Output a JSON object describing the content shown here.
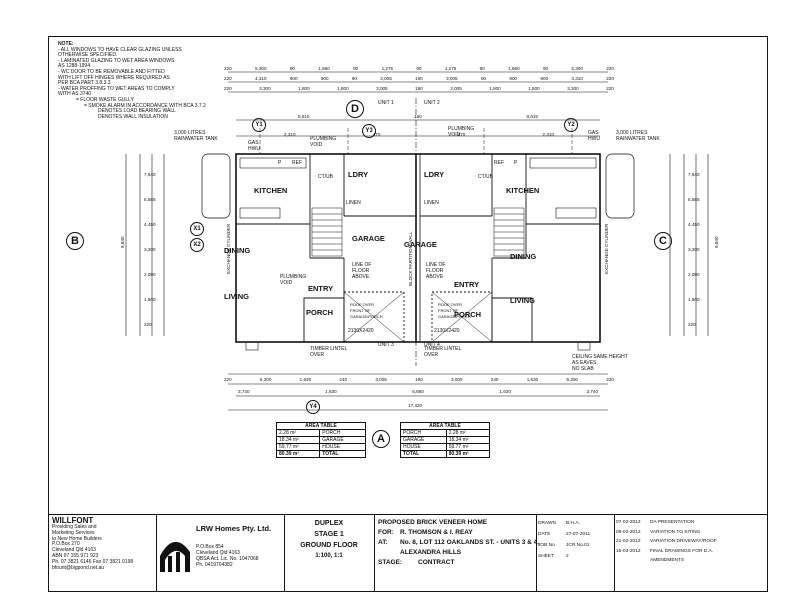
{
  "notes": {
    "title": "NOTE:",
    "lines": [
      "- ALL WINDOWS TO HAVE CLEAR  GLAZING UNLESS",
      "OTHERWISE SPECIFIED.",
      "- LAMINATED GLAZING TO WET AREA WINDOWS",
      "  AS 1288-1994.",
      "- WC DOOR TO BE REMOVABLE AND FITTED",
      "  WITH LIFT OFF HINGES WHERE REQUIRED AS",
      "  PER BCA PART 3.8.3.3",
      "- WATER PROFFING TO WET AREAS TO COMPLY",
      "  WITH AS 3740"
    ],
    "legend": [
      "= FLOOR WASTE GULLY",
      "= SMOKE ALARM IN ACCORDANCE WITH BCA 3.7.2",
      "DENOTES LOAD BEARING WALL",
      "DENOTES WALL INSULATION"
    ]
  },
  "markers": {
    "top": "D",
    "left": "B",
    "right": "C",
    "bottom": "A"
  },
  "grid": {
    "y1": "Y1",
    "y2": "Y2",
    "y3": "Y3",
    "y4": "Y4",
    "x1": "X1",
    "x2": "X2"
  },
  "units": {
    "u1": "UNIT 1",
    "u2": "UNIT 2",
    "u3": "UNIT 3",
    "u4": "UNIT 4"
  },
  "rooms": {
    "kitchen": "KITCHEN",
    "ldry": "LDRY",
    "garage": "GARAGE",
    "dining": "DINING",
    "living": "LIVING",
    "entry": "ENTRY",
    "porch": "PORCH",
    "linen": "LINEN",
    "ref": "REF",
    "ctub": "CT/UB",
    "p": "P"
  },
  "annotations": {
    "rain_l": "3,000 LITRES\nRAINWATER TANK",
    "rain_r": "3,000 LITRES\nRAINWATER TANK",
    "gas": "GAS\nHWU",
    "plumbing_void": "PLUMBING\nVOID",
    "line_floor": "LINE OF\nFLOOR\nABOVE",
    "roof_over": "ROOF OVER\nFRONT OF\nGARAGE/PORCH",
    "timber_lintel": "TIMBER LINTEL\nOVER",
    "door_size": "2130X2420",
    "ceiling": "CEILING SAME HEIGHT\nAS EAVES,\nNO SLAB",
    "block_partition": "BLOCK PARTITION WALL",
    "exchange": "EXCHANGE CYLINDER"
  },
  "dims": {
    "top1": [
      "220",
      "5,300",
      "90",
      "1,660",
      "90",
      "1,275",
      "90",
      "1,275",
      "90",
      "1,660",
      "90",
      "5,300",
      "220"
    ],
    "top2": [
      "220",
      "4,310",
      "900",
      "900",
      "90",
      "3,005",
      "190",
      "3,005",
      "90",
      "900",
      "900",
      "4,310",
      "220"
    ],
    "top3": [
      "220",
      "3,300",
      "1,800",
      "1,800",
      "3,005",
      "190",
      "3,005",
      "1,800",
      "1,800",
      "3,300",
      "220"
    ],
    "top4": [
      "8,615",
      "190",
      "8,615"
    ],
    "top5": [
      "2,310",
      "470",
      "470",
      "2,310"
    ],
    "bot1": [
      "220",
      "5,300",
      "1,630",
      "240",
      "3,005",
      "190",
      "3,005",
      "240",
      "1,630",
      "5,300",
      "220"
    ],
    "bot2": [
      "3,740",
      "1,630",
      "6,680",
      "1,630",
      "3,740"
    ],
    "total": "17,420",
    "left_overall": "9,840",
    "right_overall": "9,840",
    "left_v": [
      "7,640",
      "5,565",
      "4,450",
      "3,200",
      "2,090",
      "1,500",
      "220"
    ],
    "right_v": [
      "7,640",
      "5,565",
      "4,450",
      "3,200",
      "2,090",
      "1,500",
      "220"
    ]
  },
  "area_tables": [
    {
      "title": "AREA TABLE",
      "rows": [
        [
          "2.28 m²",
          "PORCH"
        ],
        [
          "18.34 m²",
          "GARAGE"
        ],
        [
          "59.77 m²",
          "HOUSE"
        ],
        [
          "80.39 m²",
          "TOTAL"
        ]
      ]
    },
    {
      "title": "AREA TABLE",
      "rows": [
        [
          "PORCH",
          "2.28 m²"
        ],
        [
          "GARAGE",
          "18.34 m²"
        ],
        [
          "HOUSE",
          "59.77 m²"
        ],
        [
          "TOTAL",
          "80.39 m²"
        ]
      ]
    }
  ],
  "titleblock": {
    "company": "WILLFONT",
    "company_lines": [
      "Providing Sales and",
      "Marketing Services",
      "to New Home Builders",
      "P.O.Box 270",
      "Cleveland Qld 4163",
      "ABN 97 155 971 923",
      "Ph. 07 3821 6146  Fax 07 3821 0198",
      "bfount@bigpond.net.au"
    ],
    "builder": "LRW Homes Pty. Ltd.",
    "builder_lines": [
      "P.O.Box 854",
      "Cleveland Qld 4163",
      "QBSA Act. Lic. No. 1047068",
      "Ph. 0419704382"
    ],
    "drawing_lines": [
      "DUPLEX",
      "STAGE 1",
      "GROUND FLOOR",
      "1:100, 1:1"
    ],
    "project": "PROPOSED BRICK VENEER HOME",
    "for_label": "FOR:",
    "for_value": "R. THOMSON & I. REAY",
    "at_label": "AT:",
    "at_value": "No. 8, LOT 112  OAKLANDS ST. - UNITS 3 & 4,",
    "at_value2": "ALEXANDRA HILLS",
    "stage_label": "STAGE:",
    "stage_value": "CONTRACT",
    "info": [
      [
        "DRAWN",
        "B.H.A."
      ],
      [
        "DATE",
        "27-07-2011"
      ],
      [
        "JOB No",
        "JCR No.01"
      ],
      [
        "SHEET",
        "2"
      ]
    ],
    "amendments": [
      [
        "07-02-2012",
        "DA PRESENTATION"
      ],
      [
        "09-02-2012",
        "VARIATION TO SITING"
      ],
      [
        "21-02-2012",
        "VARIATION DRIVEWAY/ROOF"
      ],
      [
        "15-03-2012",
        "FINAL DRAWINGS FOR D.A."
      ],
      [
        "",
        "AMENDMENTS"
      ]
    ]
  }
}
